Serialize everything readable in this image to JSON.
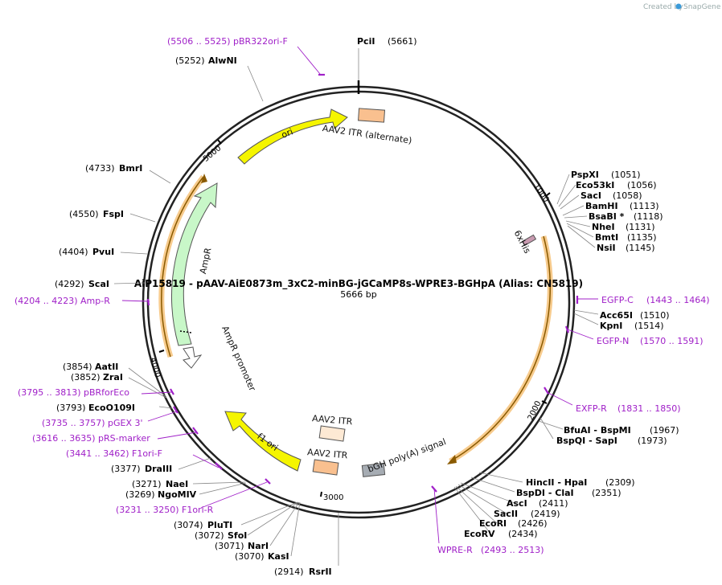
{
  "credit": {
    "created_by": "Created by",
    "app": "SnapGene"
  },
  "title": "AiP15819 - pAAV-AiE0873m_3xC2-minBG-jGCaMP8s-WPRE3-BGHpA (Alias: CN5819)",
  "length": "5666 bp",
  "ticks": [
    "1000",
    "2000",
    "3000",
    "4000",
    "5000"
  ],
  "features": {
    "ori": "ori",
    "aav2_itr_alt": "AAV2 ITR (alternate)",
    "his": "6xHis",
    "ampr": "AmpR",
    "ampr_promoter": "AmpR promoter",
    "f1_ori": "f1 ori",
    "aav2_itr_1": "AAV2 ITR",
    "aav2_itr_2": "AAV2 ITR",
    "bgh": "bGH poly(A) signal"
  },
  "sites": [
    {
      "name": "PciI",
      "pos": "(5661)"
    },
    {
      "name": "AlwNI",
      "pos": "(5252)"
    },
    {
      "name": "BmrI",
      "pos": "(4733)"
    },
    {
      "name": "FspI",
      "pos": "(4550)"
    },
    {
      "name": "PvuI",
      "pos": "(4404)"
    },
    {
      "name": "ScaI",
      "pos": "(4292)"
    },
    {
      "name": "AatII",
      "pos": "(3854)"
    },
    {
      "name": "ZraI",
      "pos": "(3852)"
    },
    {
      "name": "EcoO109I",
      "pos": "(3793)"
    },
    {
      "name": "DraIII",
      "pos": "(3377)"
    },
    {
      "name": "NaeI",
      "pos": "(3271)"
    },
    {
      "name": "NgoMIV",
      "pos": "(3269)"
    },
    {
      "name": "PluTI",
      "pos": "(3074)"
    },
    {
      "name": "SfoI",
      "pos": "(3072)"
    },
    {
      "name": "NarI",
      "pos": "(3071)"
    },
    {
      "name": "KasI",
      "pos": "(3070)"
    },
    {
      "name": "RsrII",
      "pos": "(2914)"
    },
    {
      "name": "EcoRV",
      "pos": "(2434)"
    },
    {
      "name": "EcoRI",
      "pos": "(2426)"
    },
    {
      "name": "SacII",
      "pos": "(2419)"
    },
    {
      "name": "AscI",
      "pos": "(2411)"
    },
    {
      "name": "BspDI - ClaI",
      "pos": "(2351)"
    },
    {
      "name": "HincII - HpaI",
      "pos": "(2309)"
    },
    {
      "name": "BfuAI - BspMI",
      "pos": "(1967)"
    },
    {
      "name": "BspQI - SapI",
      "pos": "(1973)"
    },
    {
      "name": "Acc65I",
      "pos": "(1510)"
    },
    {
      "name": "KpnI",
      "pos": "(1514)"
    },
    {
      "name": "PspXI",
      "pos": "(1051)"
    },
    {
      "name": "Eco53kI",
      "pos": "(1056)"
    },
    {
      "name": "SacI",
      "pos": "(1058)"
    },
    {
      "name": "BamHI",
      "pos": "(1113)"
    },
    {
      "name": "BsaBI *",
      "pos": "(1118)"
    },
    {
      "name": "NheI",
      "pos": "(1131)"
    },
    {
      "name": "BmtI",
      "pos": "(1135)"
    },
    {
      "name": "NsiI",
      "pos": "(1145)"
    }
  ],
  "primers": [
    {
      "range": "(5506 .. 5525)",
      "name": "pBR322ori-F"
    },
    {
      "range": "(4204 .. 4223)",
      "name": "Amp-R"
    },
    {
      "range": "(3795 .. 3813)",
      "name": "pBRforEco"
    },
    {
      "range": "(3735 .. 3757)",
      "name": "pGEX 3'"
    },
    {
      "range": "(3616 .. 3635)",
      "name": "pRS-marker"
    },
    {
      "range": "(3441 .. 3462)",
      "name": "F1ori-F"
    },
    {
      "range": "(3231 .. 3250)",
      "name": "F1ori-R"
    },
    {
      "range": "(2493 .. 2513)",
      "name": "WPRE-R"
    },
    {
      "range": "(1831 .. 1850)",
      "name": "EXFP-R"
    },
    {
      "range": "(1570 .. 1591)",
      "name": "EGFP-N"
    },
    {
      "range": "(1443 .. 1464)",
      "name": "EGFP-C"
    }
  ],
  "colors": {
    "backbone": "#222222",
    "ori": "#f5f500",
    "itr": "#f9c08f",
    "ampr": "#c8f7c8",
    "orange_outline": "#f0a030",
    "his": "#c89ab0",
    "bgh": "#a6acb3",
    "primer": "#a020c8"
  }
}
